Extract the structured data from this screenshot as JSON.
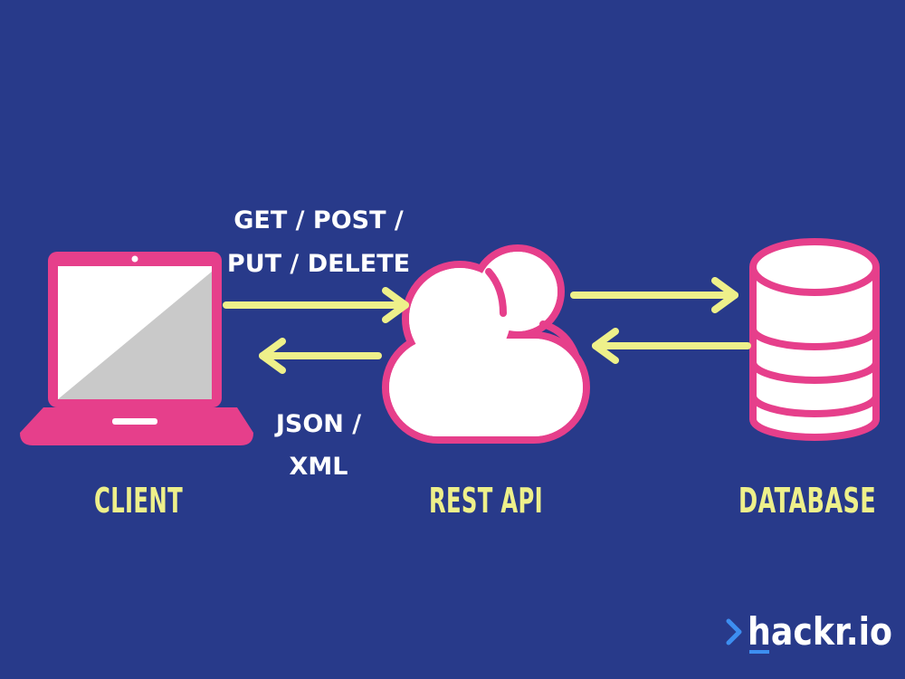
{
  "nodes": {
    "client": {
      "label": "CLIENT"
    },
    "rest_api": {
      "label": "REST API"
    },
    "database": {
      "label": "DATABASE"
    }
  },
  "edges": {
    "request": {
      "line1": "GET / POST /",
      "line2": "PUT / DELETE"
    },
    "response": {
      "line1": "JSON /",
      "line2": "XML"
    }
  },
  "brand": {
    "text": "hackr.io"
  },
  "colors": {
    "background": "#283a8a",
    "arrow": "#eef08a",
    "accent": "#e63f8b",
    "label": "#eef08a"
  }
}
